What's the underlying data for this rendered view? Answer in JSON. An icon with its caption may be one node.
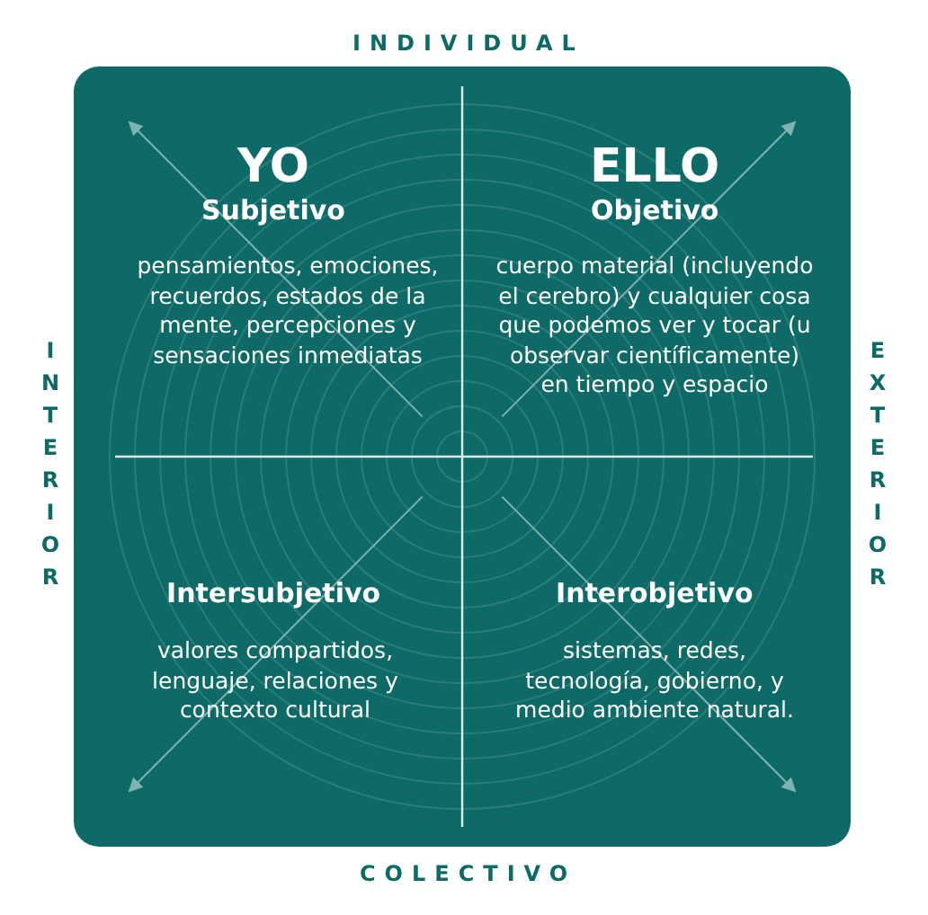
{
  "diagram": {
    "labels": [
      "INDIVIDUAL",
      "INTERIOR",
      "YO",
      "Subjetivo",
      "pensamientos, emociones, recuerdos, estados de la mente, percepciones y sensaciones inmediatas",
      "ELLO",
      "Objetivo",
      "cuerpo material (incluyendo el cerebro) y cualquier cosa que podemos ver y tocar (u observar científicamente) en tiempo y espacio",
      "EXTERIOR",
      "Intersubjetivo",
      "valores compartidos, lenguaje, relaciones y contexto cultural",
      "Interobjetivo",
      "sistemas, redes, tecnología, gobierno, y medio ambiente natural.",
      "COLECTIVO"
    ]
  }
}
